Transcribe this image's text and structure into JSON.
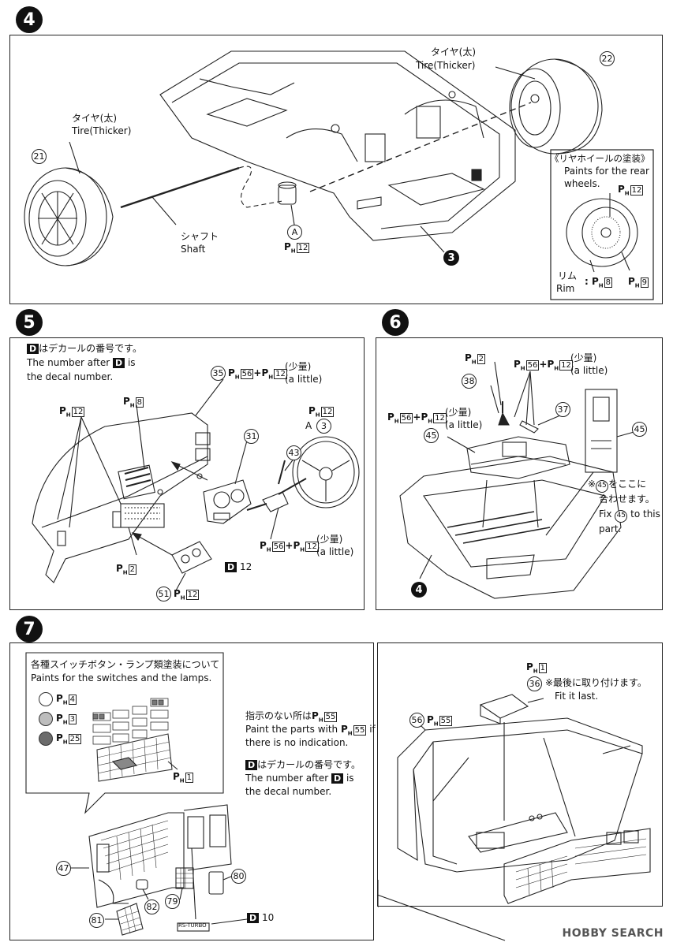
{
  "steps": {
    "s4": "4",
    "s5": "5",
    "s6": "6",
    "s7": "7"
  },
  "step4": {
    "tire_right_jp": "タイヤ(太)",
    "tire_right_en": "Tire(Thicker)",
    "tire_right_part": "22",
    "tire_left_jp": "タイヤ(太)",
    "tire_left_en": "Tire(Thicker)",
    "tire_left_part": "21",
    "shaft_jp": "シャフト",
    "shaft_en": "Shaft",
    "point_a": "A",
    "point_a_color": "12",
    "chassis_part": "3",
    "rear_wheel_title_jp": "《リヤホイールの塗装》",
    "rear_wheel_en1": "Paints for the rear",
    "rear_wheel_en2": "wheels.",
    "rear_wheel_color": "12",
    "rim_jp": "リム",
    "rim_en": "Rim",
    "rim_color": "8",
    "center_color": "9"
  },
  "step5": {
    "decal_note_1": "はデカールの番号です。",
    "decal_note_2": "The number after",
    "decal_note_3": "is",
    "decal_note_4": "the decal number.",
    "decal_letter": "D",
    "part_35": "35",
    "part_35_c1": "56",
    "part_35_c2": "12",
    "little_jp": "(少量)",
    "little_en": "(a little)",
    "dash_c_left": "12",
    "dash_c_mid": "8",
    "part_31": "31",
    "part_43": "43",
    "wheel_color": "12",
    "wheel_a": "A",
    "wheel_a_part": "3",
    "column_c1": "56",
    "column_c2": "12",
    "lower_c": "2",
    "decal_12": "12",
    "part_51": "51",
    "part_51_c": "12"
  },
  "step6": {
    "c_top": "2",
    "c_mid1": "56",
    "c_mid2": "12",
    "little_jp": "(少量)",
    "little_en": "(a little)",
    "part_38": "38",
    "part_37": "37",
    "part_45": "45",
    "left_c1": "56",
    "left_c2": "12",
    "part_45_right": "45",
    "fix_jp_1": "※",
    "fix_jp_part": "45",
    "fix_jp_2": "をここに",
    "fix_jp_3": "合わせます。",
    "fix_en_1": "Fix",
    "fix_en_part": "45",
    "fix_en_2": "to this",
    "fix_en_3": "part.",
    "floor_part": "4"
  },
  "step7": {
    "switch_title_jp": "各種スイッチボタン・ランプ類塗装について",
    "switch_title_en": "Paints for the switches and the lamps.",
    "sw_white": "4",
    "sw_grey": "3",
    "sw_dark": "25",
    "sw_grid_c": "1",
    "noind_jp": "指示のない所は",
    "noind_c": "55",
    "noind_en1": "Paint the parts with",
    "noind_en2": "if",
    "noind_en3": "there is no indication.",
    "decal_jp": "はデカールの番号です。",
    "decal_en1": "The number after",
    "decal_en2": "is",
    "decal_en3": "the decal number.",
    "decal_letter": "D",
    "part_47": "47",
    "part_82": "82",
    "part_79": "79",
    "part_80": "80",
    "part_81": "81",
    "decal_10": "10",
    "rs_turbo": "RS-TURBO",
    "part_36": "36",
    "part_36_c": "1",
    "fit_jp": "※最後に取り付けます。",
    "fit_en": "Fit it last.",
    "part_56": "56",
    "part_56_c": "55"
  },
  "footer": "HOBBY SEARCH",
  "ph_label": "P",
  "ph_sub": "H"
}
